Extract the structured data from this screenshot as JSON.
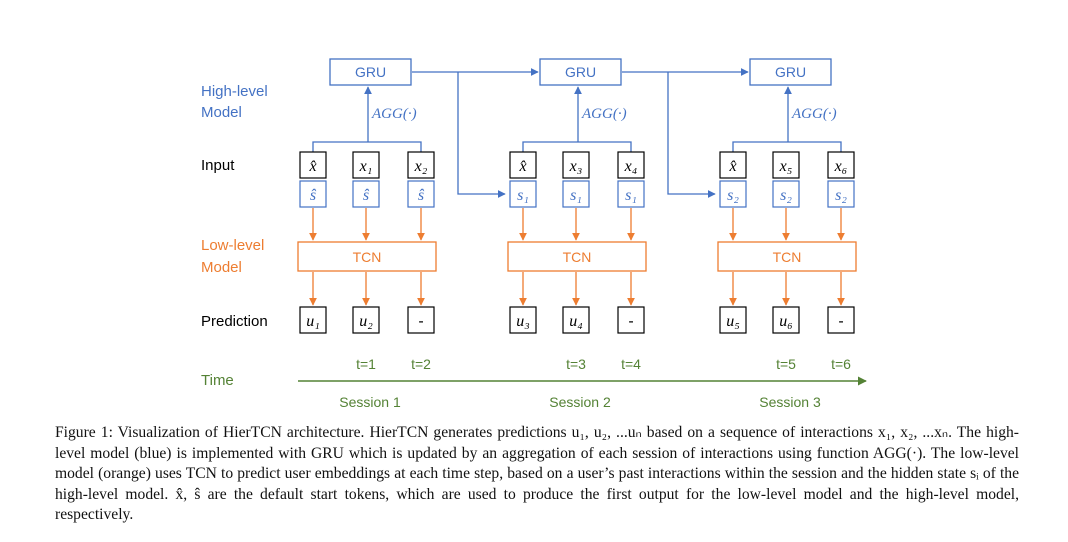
{
  "colors": {
    "high_level": "#4472c4",
    "low_level": "#ed7d31",
    "time": "#548235",
    "box": "#000000"
  },
  "labels": {
    "high_level_line1": "High-level",
    "high_level_line2": "Model",
    "input": "Input",
    "low_level_line1": "Low-level",
    "low_level_line2": "Model",
    "prediction": "Prediction",
    "time": "Time"
  },
  "gru_label": "GRU",
  "tcn_label": "TCN",
  "agg_label": "AGG(·)",
  "sessions": [
    {
      "name": "Session 1",
      "inputs": [
        {
          "x": "x̂",
          "s": "ŝ"
        },
        {
          "x": "x₁",
          "s": "ŝ"
        },
        {
          "x": "x₂",
          "s": "ŝ"
        }
      ],
      "predictions": [
        "u₁",
        "u₂",
        "-"
      ],
      "times": [
        "t=1",
        "t=2"
      ]
    },
    {
      "name": "Session 2",
      "inputs": [
        {
          "x": "x̂",
          "s": "s₁"
        },
        {
          "x": "x₃",
          "s": "s₁"
        },
        {
          "x": "x₄",
          "s": "s₁"
        }
      ],
      "predictions": [
        "u₃",
        "u₄",
        "-"
      ],
      "times": [
        "t=3",
        "t=4"
      ]
    },
    {
      "name": "Session 3",
      "inputs": [
        {
          "x": "x̂",
          "s": "s₂"
        },
        {
          "x": "x₅",
          "s": "s₂"
        },
        {
          "x": "x₆",
          "s": "s₂"
        }
      ],
      "predictions": [
        "u₅",
        "u₆",
        "-"
      ],
      "times": [
        "t=5",
        "t=6"
      ]
    }
  ],
  "caption": {
    "lead": "Figure 1: Visualization of HierTCN architecture.",
    "body": " HierTCN generates predictions u₁, u₂, ...uₙ based on a sequence of interactions x₁, x₂, ...xₙ. The high-level model (blue) is implemented with GRU which is updated by an aggregation of each session of interactions using function AGG(·). The low-level model (orange) uses TCN to predict user embeddings at each time step, based on a user’s past interactions within the session and the hidden state sᵢ of the high-level model. x̂, ŝ are the default start tokens, which are used to produce the first output for the low-level model and the high-level model, respectively."
  }
}
